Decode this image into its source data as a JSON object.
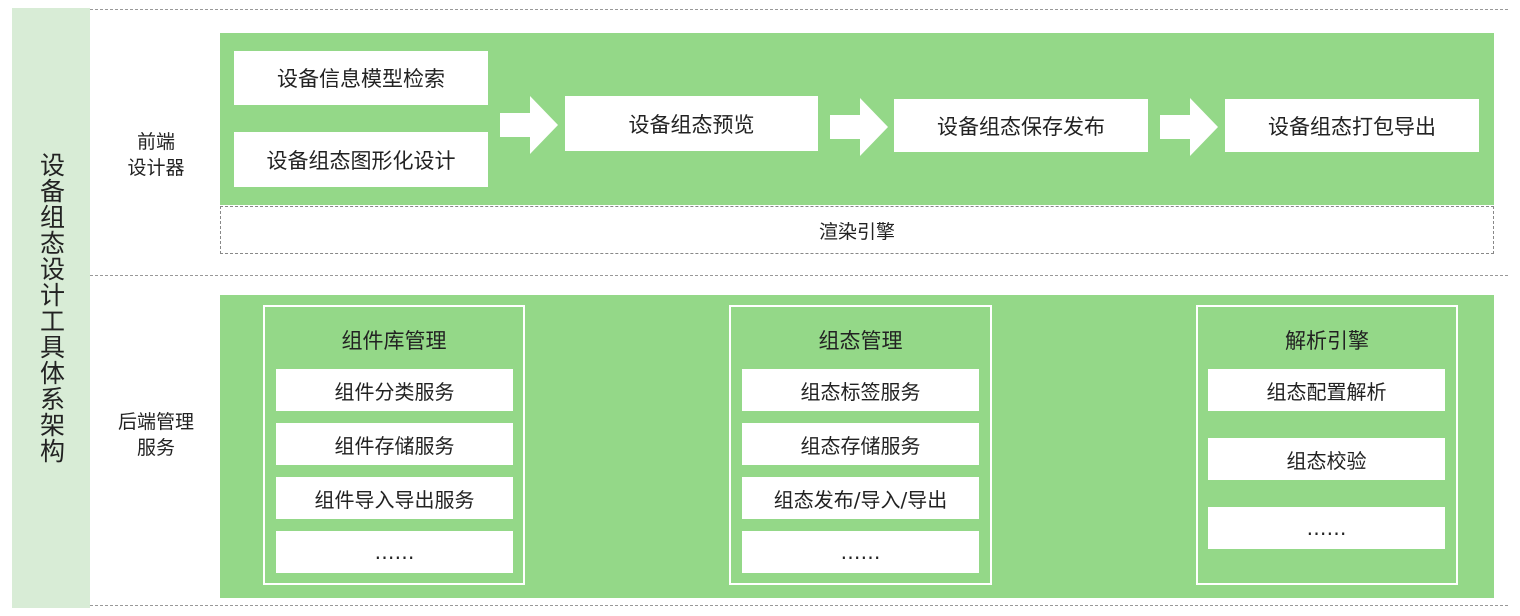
{
  "side_title": "设备组态设计工具体系架构",
  "frontend": {
    "label_line1": "前端",
    "label_line2": "设计器",
    "search": "设备信息模型检索",
    "graphic_design": "设备组态图形化设计",
    "preview": "设备组态预览",
    "save_publish": "设备组态保存发布",
    "pack_export": "设备组态打包导出",
    "render_engine": "渲染引擎"
  },
  "backend": {
    "label_line1": "后端管理",
    "label_line2": "服务",
    "columns": [
      {
        "title": "组件库管理",
        "items": [
          "组件分类服务",
          "组件存储服务",
          "组件导入导出服务",
          "……"
        ]
      },
      {
        "title": "组态管理",
        "items": [
          "组态标签服务",
          "组态存储服务",
          "组态发布/导入/导出",
          "……"
        ]
      },
      {
        "title": "解析引擎",
        "items": [
          "组态配置解析",
          "组态校验",
          "……"
        ]
      }
    ]
  },
  "colors": {
    "green": "#94d888",
    "side": "#d8ecd6",
    "border": "#999999"
  }
}
